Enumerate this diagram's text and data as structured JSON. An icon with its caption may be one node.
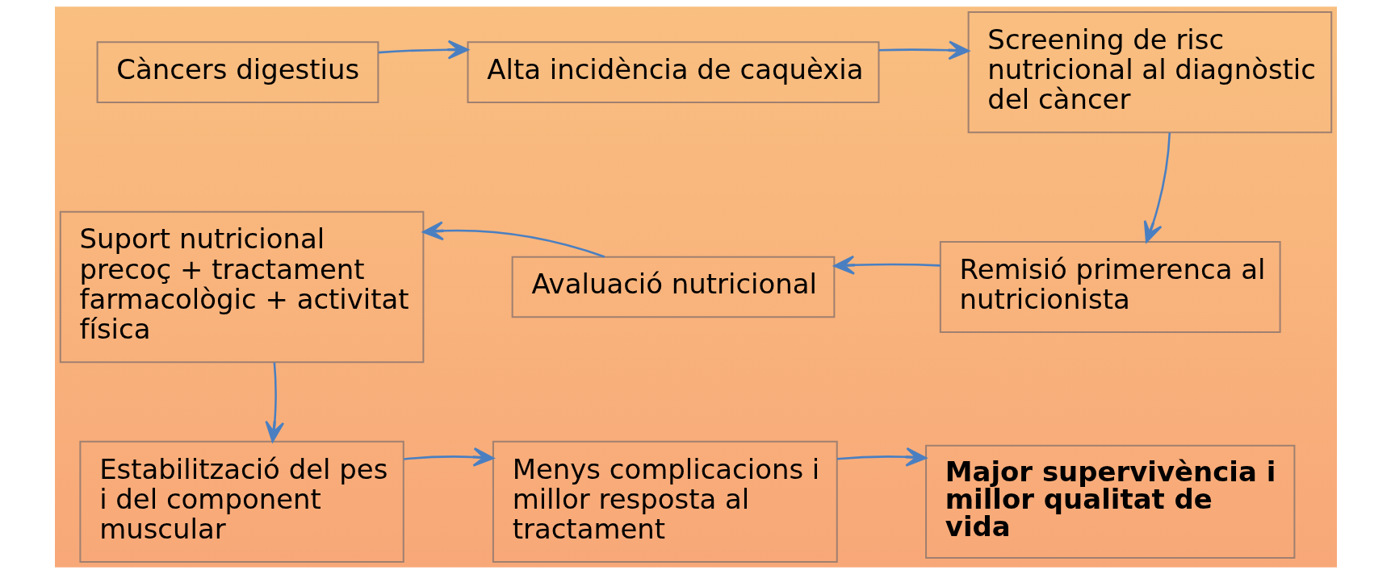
{
  "diagram": {
    "nodes": [
      {
        "text": [
          "Càncers digestius"
        ]
      },
      {
        "text": [
          "Alta incidència de caquèxia"
        ]
      },
      {
        "text": [
          "Screening de risc nutricional al diagnòstic del càncer"
        ]
      },
      {
        "text": [
          "Remisió primerenca al nutricionista"
        ]
      },
      {
        "text": [
          "Avaluació nutricional"
        ]
      },
      {
        "text": [
          "Suport nutricional precoç + tractament farmacològic + activitat física"
        ]
      },
      {
        "text": [
          "Estabilització del pes i del component muscular"
        ]
      },
      {
        "text": [
          "Menys complicacions i millor resposta al tractament"
        ]
      },
      {
        "text": [
          "Major supervivència i millor qualitat de vida"
        ]
      }
    ],
    "edges": [
      {
        "from": 0,
        "to": 1,
        "arrow": "to"
      },
      {
        "from": 1,
        "to": 2,
        "arrow": "to"
      },
      {
        "from": 2,
        "to": 3,
        "arrow": "to"
      },
      {
        "from": 3,
        "to": 4,
        "arrow": "to"
      },
      {
        "from": 4,
        "to": 5,
        "arrow": "to"
      },
      {
        "from": 5,
        "to": 6,
        "arrow": "to"
      },
      {
        "from": 6,
        "to": 7,
        "arrow": "to"
      },
      {
        "from": 7,
        "to": 8,
        "arrow": "to"
      }
    ]
  }
}
